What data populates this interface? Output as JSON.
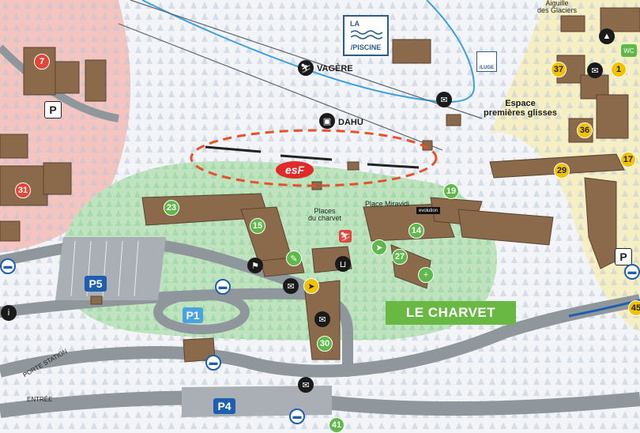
{
  "map": {
    "zone_label": "LE CHARVET",
    "place_labels": {
      "places_du_charvet": "Places\ndu charvet",
      "place_miravidi": "Place Miravidi",
      "espace_premieres_glisses": "Espace\npremières glisses",
      "aiguille_des_glaciers": "Aiguille\ndes Glaciers",
      "porte_station": "PORTE STATION",
      "entree": "ENTRÉE"
    },
    "lifts": {
      "vagere": "VAGÈRE",
      "dahu": "DAHU"
    },
    "facilities": {
      "piscine_top": "LA",
      "piscine_bottom": "/PISCINE",
      "luge": "/LUGE",
      "esf": "esF",
      "evolution": "evolution",
      "wc": "WC"
    },
    "parkings": {
      "p5": "P5",
      "p1": "P1",
      "p4": "P4",
      "p_left": "P",
      "p_right": "P"
    },
    "numbered_markers": {
      "m7": "7",
      "m31": "31",
      "m23": "23",
      "m15": "15",
      "m14": "14",
      "m19": "19",
      "m27": "27",
      "m30": "30",
      "m41": "41",
      "m37": "37",
      "m36": "36",
      "m29": "29",
      "m17": "17",
      "m1": "1",
      "m45": "45"
    },
    "colors": {
      "green_zone": "#bfe3bf",
      "red_zone": "#f3c4c0",
      "yellow_zone": "#f7efc4",
      "marker_green": "#5fb84a",
      "marker_yellow": "#f2c200",
      "marker_red": "#e2463a",
      "parking_blue": "#1d5fae",
      "road": "#8f969c",
      "banner_green": "#69b843",
      "esf_red": "#e02a2a"
    },
    "icons": [
      "bus-icon",
      "ski-lift-icon",
      "gondola-icon",
      "gift-icon",
      "cart-icon",
      "shop-icon",
      "sign-icon",
      "info-icon",
      "wc-icon",
      "parking-icon"
    ]
  }
}
